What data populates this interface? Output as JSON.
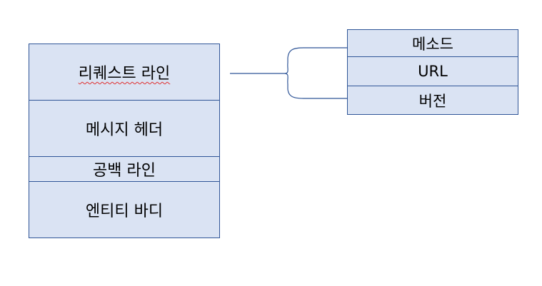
{
  "message_structure": {
    "request_line": "리퀘스트 라인",
    "message_header": "메시지 헤더",
    "blank_line": "공백 라인",
    "entity_body": "엔티티 바디"
  },
  "request_line_parts": {
    "method": "메소드",
    "url": "URL",
    "version": "버전"
  },
  "colors": {
    "box_fill": "#dae3f3",
    "box_border": "#2f5597",
    "connector": "#2f5597"
  }
}
